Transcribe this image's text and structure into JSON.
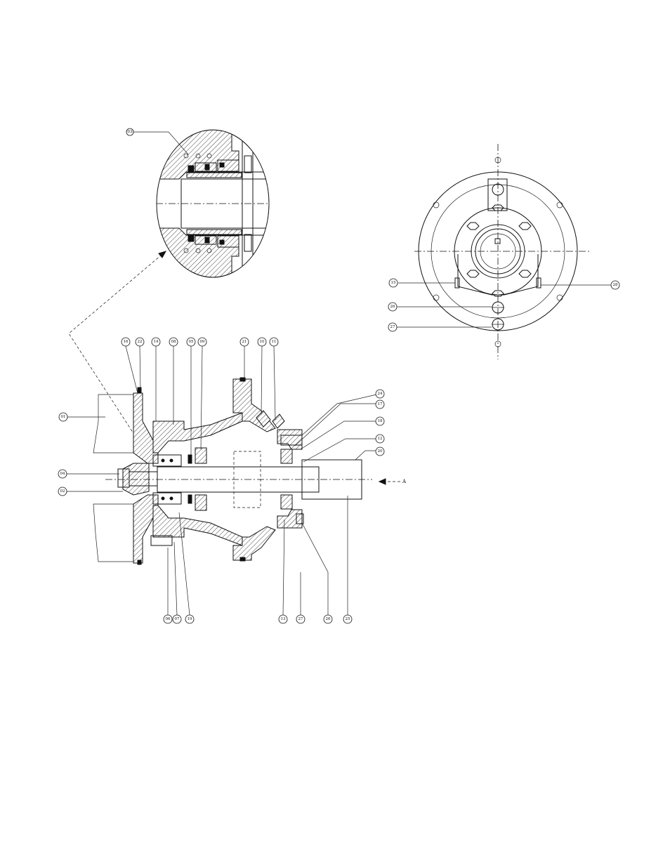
{
  "balloons_section": [
    {
      "id": "b1",
      "label": "16"
    },
    {
      "id": "b2",
      "label": "22"
    },
    {
      "id": "b3",
      "label": "14"
    },
    {
      "id": "b4",
      "label": "08"
    },
    {
      "id": "b5",
      "label": "05"
    },
    {
      "id": "b6",
      "label": "09"
    },
    {
      "id": "b7",
      "label": "21"
    },
    {
      "id": "b8",
      "label": "10"
    },
    {
      "id": "b9",
      "label": "11"
    },
    {
      "id": "b10",
      "label": "01"
    },
    {
      "id": "b11",
      "label": "04"
    },
    {
      "id": "b12",
      "label": "02"
    },
    {
      "id": "b13",
      "label": "24"
    },
    {
      "id": "b14",
      "label": "17"
    },
    {
      "id": "b15",
      "label": "18"
    },
    {
      "id": "b16",
      "label": "12"
    },
    {
      "id": "b17",
      "label": "20"
    },
    {
      "id": "b18",
      "label": "06"
    },
    {
      "id": "b19",
      "label": "07"
    },
    {
      "id": "b20",
      "label": "19"
    },
    {
      "id": "b21",
      "label": "13"
    },
    {
      "id": "b22",
      "label": "27"
    },
    {
      "id": "b23",
      "label": "26"
    },
    {
      "id": "b24",
      "label": "25"
    }
  ],
  "balloon_detail": {
    "label": "03"
  },
  "balloons_end_view": [
    {
      "id": "e1",
      "label": "15"
    },
    {
      "id": "e2",
      "label": "28"
    },
    {
      "id": "e3",
      "label": "26"
    },
    {
      "id": "e4",
      "label": "27"
    }
  ],
  "view_arrow_label": "A"
}
